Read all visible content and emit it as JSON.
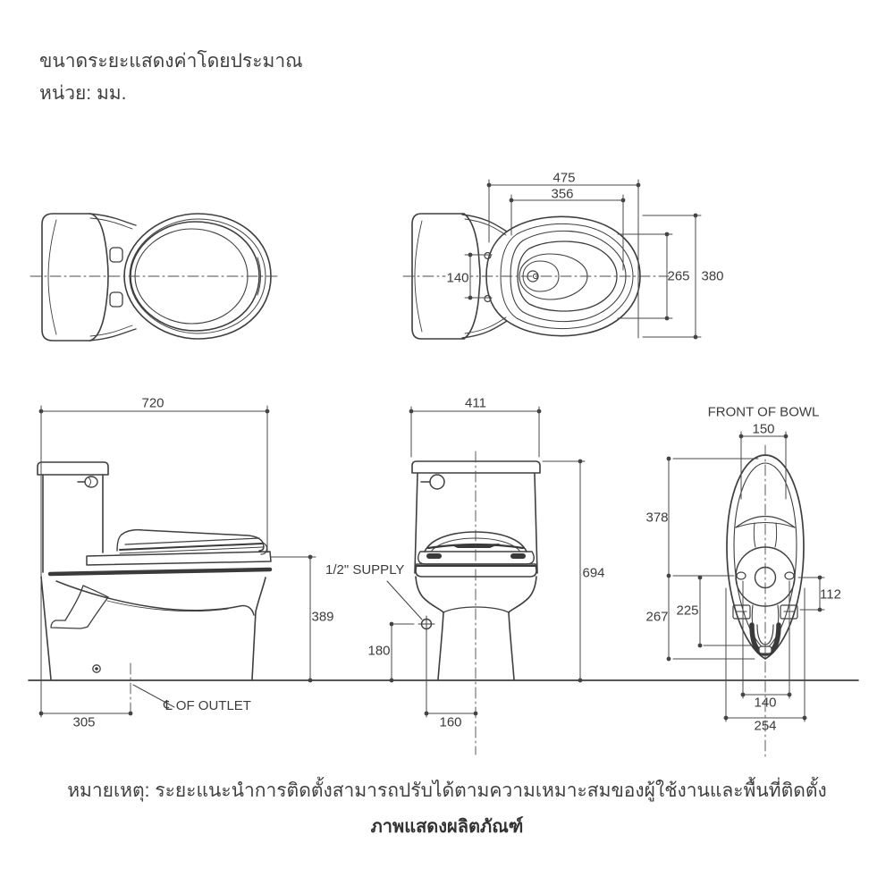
{
  "header": {
    "line1": "ขนาดระยะแสดงค่าโดยประมาณ",
    "line2": "หน่วย: มม."
  },
  "units": "mm",
  "top_view": {
    "d475": "475",
    "d356": "356",
    "d140": "140",
    "d265": "265",
    "d380": "380"
  },
  "side_view": {
    "d720": "720",
    "d389": "389",
    "d305": "305",
    "outlet_label": "℄ OF OUTLET"
  },
  "front_view": {
    "d411": "411",
    "d694": "694",
    "d180": "180",
    "d160": "160",
    "supply_label": "1/2\" SUPPLY"
  },
  "bottom_view": {
    "title": "FRONT OF BOWL",
    "d150": "150",
    "d378": "378",
    "d267": "267",
    "d225": "225",
    "d112": "112",
    "d140": "140",
    "d254": "254"
  },
  "footer": {
    "note": "หมายเหตุ: ระยะแนะนำการติดตั้งสามารถปรับได้ตามความเหมาะสมของผู้ใช้งานและพื้นที่ติดตั้ง",
    "caption": "ภาพแสดงผลิตภัณฑ์"
  },
  "colors": {
    "line": "#3f3f3f",
    "dim": "#4a4a4a",
    "background": "#ffffff"
  }
}
